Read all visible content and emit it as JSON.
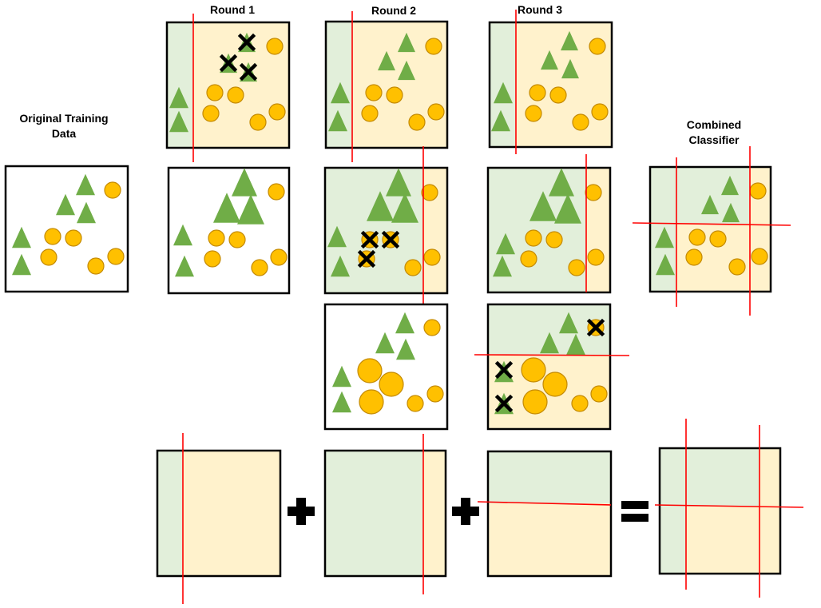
{
  "labels": {
    "round1": "Round 1",
    "round2": "Round 2",
    "round3": "Round 3",
    "original": "Original Training Data",
    "combined": "Combined Classifier"
  },
  "colors": {
    "triangle": "#70ad47",
    "circle": "#ffc000",
    "circle_stroke": "#c48a00",
    "region_green": "#e2efda",
    "region_peach": "#fff2cc",
    "split_line": "#ff0000",
    "misclassified_mark": "#000000",
    "operator": "#000000"
  },
  "operators": [
    "+",
    "+",
    "="
  ],
  "diagram": {
    "rounds": [
      {
        "name": "Round 1",
        "split": "vertical, left of all circles",
        "left_region": "green",
        "right_region": "peach",
        "misclassified_points": 3,
        "misclassified_shape": "triangle"
      },
      {
        "name": "Round 2",
        "split": "vertical, near right edge",
        "left_region": "green",
        "right_region": "peach",
        "misclassified_points": 3,
        "misclassified_shape": "circle"
      },
      {
        "name": "Round 3",
        "split": "horizontal",
        "top_region": "green",
        "bottom_region": "peach",
        "misclassified_points": 3,
        "misclassified_shape": "triangle and circle"
      }
    ],
    "combined": {
      "split_count": 3,
      "regions": "green top-left, peach elsewhere"
    }
  }
}
